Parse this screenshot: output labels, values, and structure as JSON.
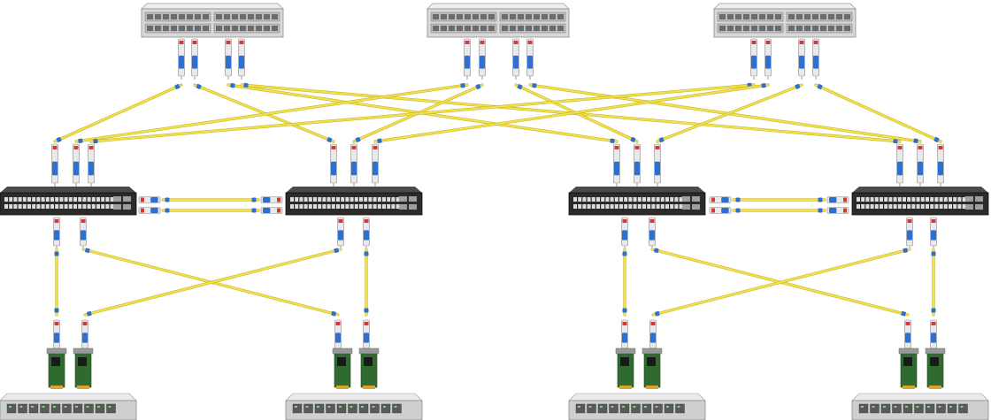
{
  "colors": {
    "background": "#ffffff",
    "fiber": "#f2e24a",
    "fiber_edge": "#c9b52a",
    "connector_blue": "#2f6fd0",
    "transceiver_red": "#d23a3a",
    "switch_body": "#2b2b2b",
    "spine_body": "#d9d9d9",
    "server_body": "#cfcfcf",
    "nic_board": "#2f6a2f"
  },
  "diagram": {
    "topology": "spine-leaf",
    "spine_switches": [
      {
        "id": "spine-1"
      },
      {
        "id": "spine-2"
      },
      {
        "id": "spine-3"
      }
    ],
    "leaf_switches": [
      {
        "id": "leaf-1"
      },
      {
        "id": "leaf-2"
      },
      {
        "id": "leaf-3"
      },
      {
        "id": "leaf-4"
      }
    ],
    "servers": [
      {
        "id": "server-1"
      },
      {
        "id": "server-2"
      },
      {
        "id": "server-3"
      },
      {
        "id": "server-4"
      }
    ],
    "spine_leaf_links": [
      {
        "from": "spine-1",
        "to": "leaf-1"
      },
      {
        "from": "spine-1",
        "to": "leaf-2"
      },
      {
        "from": "spine-1",
        "to": "leaf-3"
      },
      {
        "from": "spine-1",
        "to": "leaf-4"
      },
      {
        "from": "spine-2",
        "to": "leaf-1"
      },
      {
        "from": "spine-2",
        "to": "leaf-2"
      },
      {
        "from": "spine-2",
        "to": "leaf-3"
      },
      {
        "from": "spine-2",
        "to": "leaf-4"
      },
      {
        "from": "spine-3",
        "to": "leaf-1"
      },
      {
        "from": "spine-3",
        "to": "leaf-2"
      },
      {
        "from": "spine-3",
        "to": "leaf-3"
      },
      {
        "from": "spine-3",
        "to": "leaf-4"
      }
    ],
    "leaf_peer_links": [
      {
        "from": "leaf-1",
        "to": "leaf-2",
        "count": 2
      },
      {
        "from": "leaf-3",
        "to": "leaf-4",
        "count": 2
      }
    ],
    "leaf_server_links": [
      {
        "from": "leaf-1",
        "to": "server-1"
      },
      {
        "from": "leaf-1",
        "to": "server-2"
      },
      {
        "from": "leaf-2",
        "to": "server-1"
      },
      {
        "from": "leaf-2",
        "to": "server-2"
      },
      {
        "from": "leaf-3",
        "to": "server-3"
      },
      {
        "from": "leaf-3",
        "to": "server-4"
      },
      {
        "from": "leaf-4",
        "to": "server-3"
      },
      {
        "from": "leaf-4",
        "to": "server-4"
      }
    ]
  }
}
